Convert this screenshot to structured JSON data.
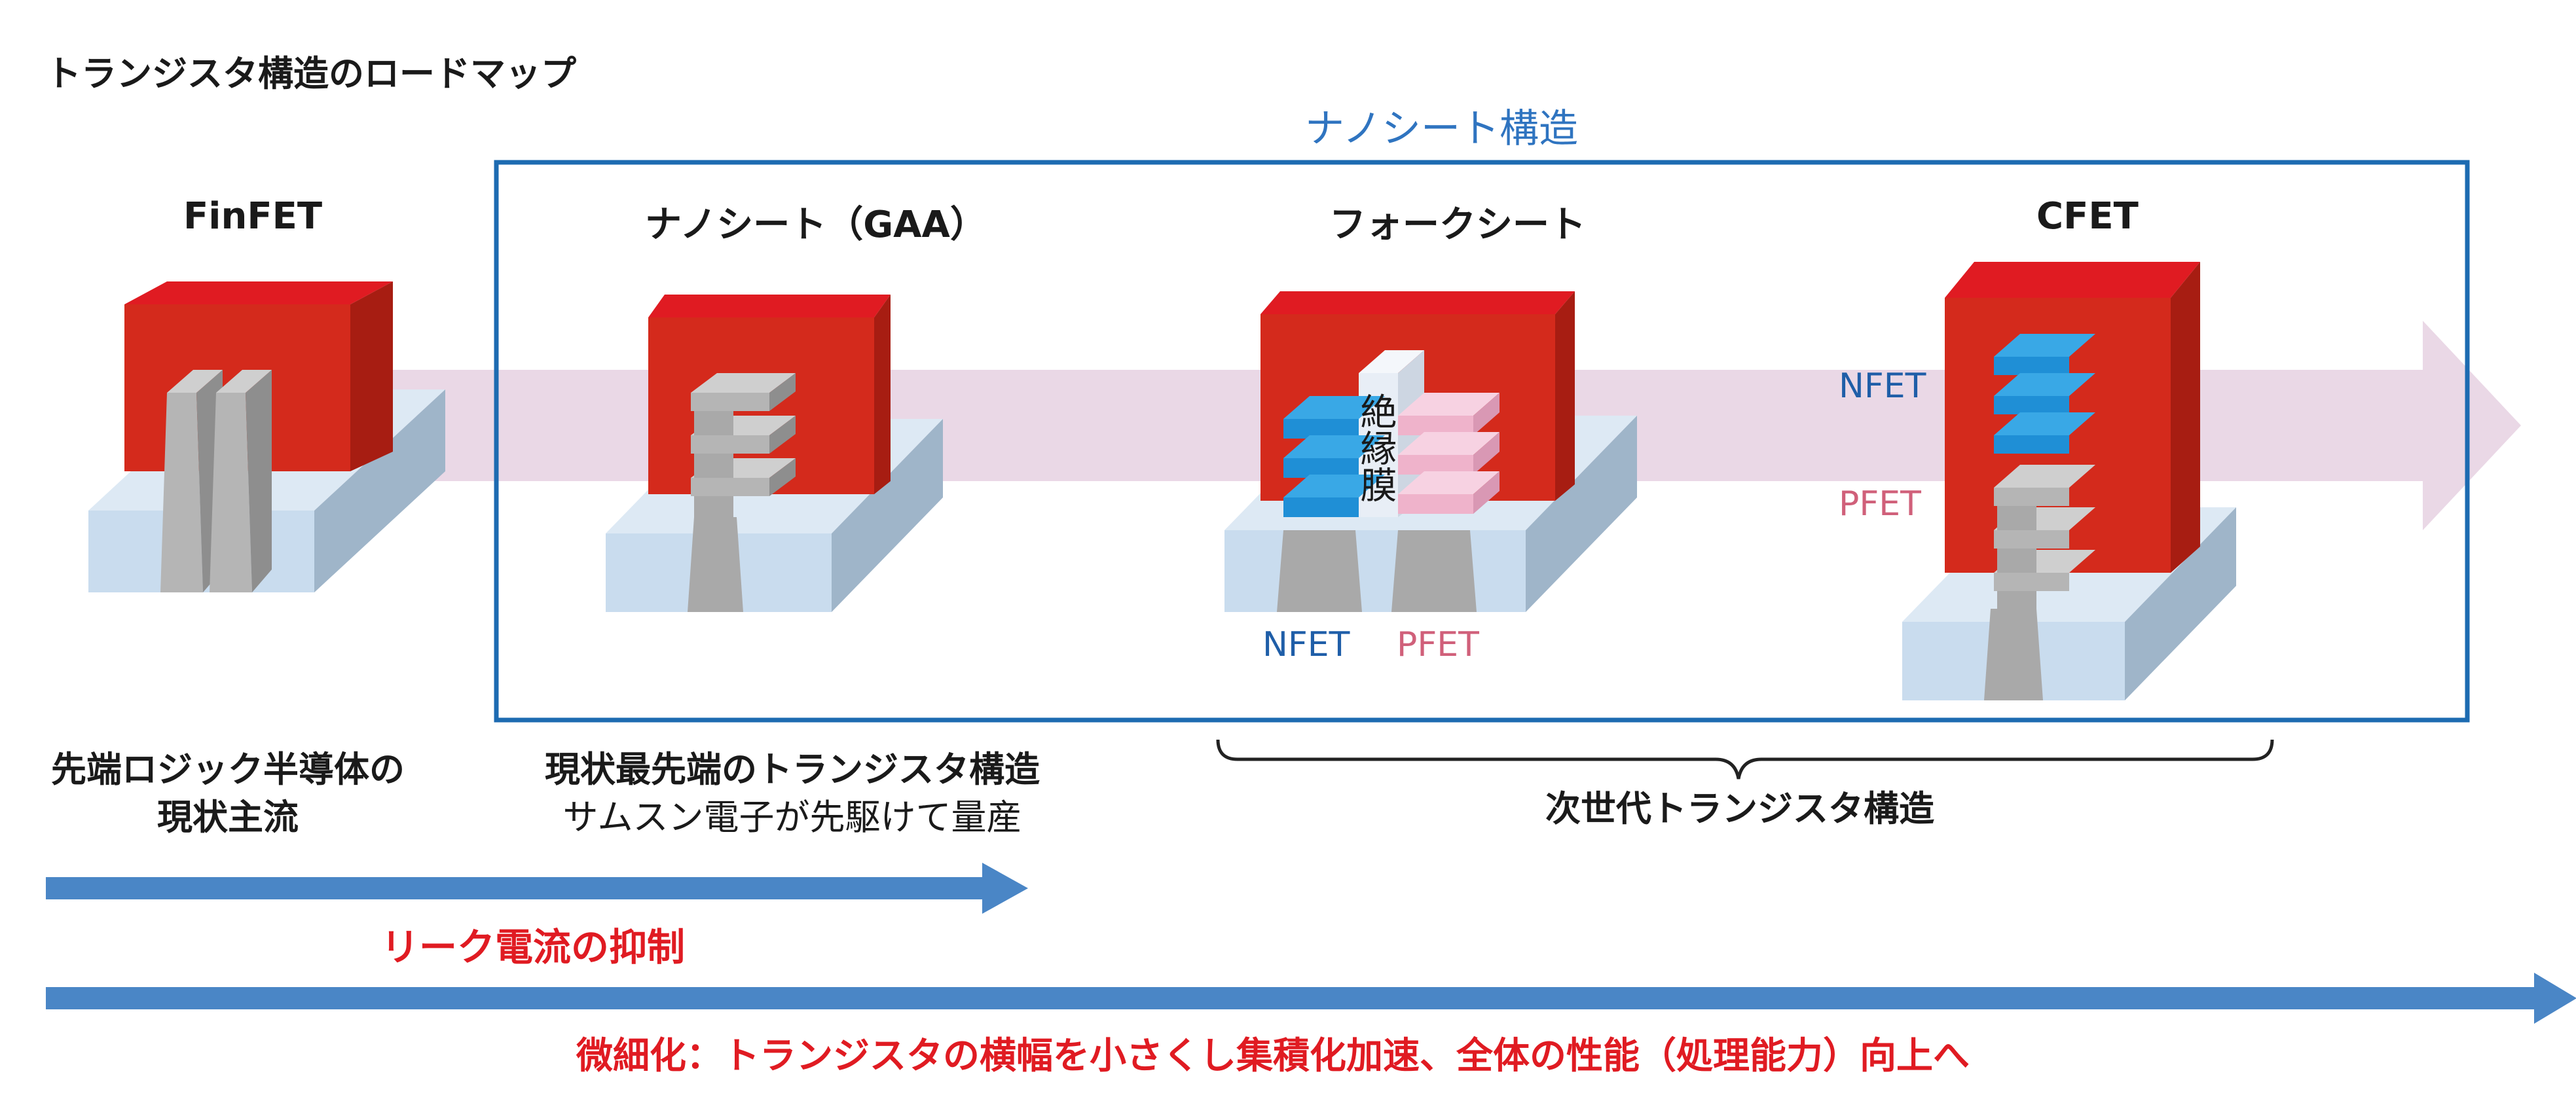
{
  "title": "トランジスタ構造のロードマップ",
  "nanosheet_group_title": "ナノシート構造",
  "devices": [
    {
      "name": "FinFET",
      "description": [
        "先端ロジック半導体の",
        "現状主流"
      ]
    },
    {
      "name": "ナノシート（GAA）",
      "description": [
        "現状最先端のトランジスタ構造",
        "サムスン電子が先駆けて量産"
      ]
    },
    {
      "name": "フォークシート",
      "description": []
    },
    {
      "name": "CFET",
      "description": []
    }
  ],
  "forksheet_labels": {
    "insulator": "絶縁膜",
    "nfet": "NFET",
    "pfet": "PFET"
  },
  "cfet_labels": {
    "nfet": "NFET",
    "pfet": "PFET"
  },
  "next_gen_label": "次世代トランジスタ構造",
  "arrows": {
    "leak": "リーク電流の抑制",
    "scaling": "微細化：トランジスタの横幅を小さくし集積化加速、全体の性能（処理能力）向上へ"
  },
  "colors": {
    "gate_red": "#d42a1c",
    "substrate": "#c9dcee",
    "channel_gray": "#a9a9a9",
    "nfet_blue": "#1f8fd6",
    "pfet_pink": "#f0b8cf",
    "frame_blue": "#1d6bb1",
    "arrow_blue": "#4a86c6",
    "roadmap_band": "#ead8e6",
    "emphasis_red": "#e01b22"
  }
}
